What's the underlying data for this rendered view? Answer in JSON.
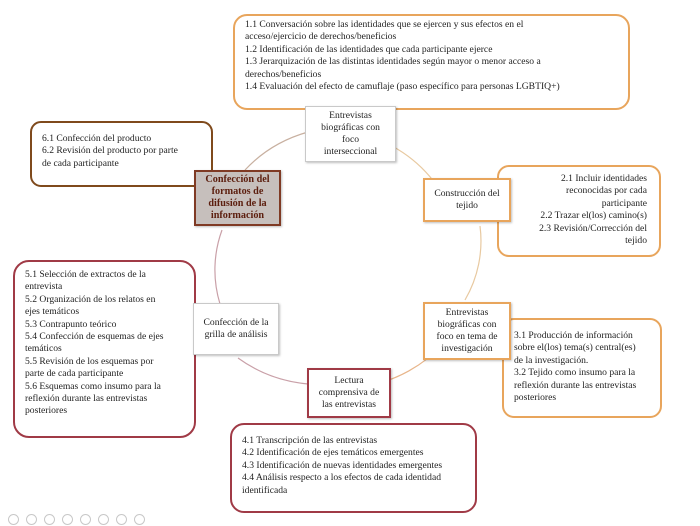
{
  "center_nodes": [
    {
      "id": "n1",
      "lines": [
        "Entrevistas",
        "biográficas con",
        "foco",
        "interseccional"
      ]
    },
    {
      "id": "n2",
      "lines": [
        "Construcción del",
        "tejido"
      ]
    },
    {
      "id": "n3",
      "lines": [
        "Entrevistas",
        "biográficas con",
        "foco en tema de",
        "investigación"
      ]
    },
    {
      "id": "n4",
      "lines": [
        "Lectura",
        "comprensiva de",
        "las entrevistas"
      ]
    },
    {
      "id": "n5",
      "lines": [
        "Confección de la",
        "grilla de análisis"
      ]
    },
    {
      "id": "n6",
      "lines": [
        "Confección del",
        "formatos de",
        "difusión de la",
        "información"
      ]
    }
  ],
  "detail_boxes": [
    {
      "id": "b1",
      "lines": [
        "1.1 Conversación sobre las identidades que se ejercen y sus efectos en el",
        "acceso/ejercicio de derechos/beneficios",
        "1.2 Identificación de las identidades que cada participante ejerce",
        "1.3 Jerarquización de las distintas identidades según mayor o menor acceso a",
        "derechos/beneficios",
        "1.4 Evaluación del efecto de camuflaje (paso específico para personas LGBTIQ+)"
      ]
    },
    {
      "id": "b2",
      "lines": [
        "2.1 Incluir identidades",
        "reconocidas por cada",
        "participante",
        "2.2 Trazar el(los) camino(s)",
        "2.3 Revisión/Corrección del",
        "tejido"
      ]
    },
    {
      "id": "b3",
      "lines": [
        "3.1 Producción de información",
        "sobre el(los) tema(s) central(es)",
        "de la investigación.",
        "3.2 Tejido como insumo para la",
        "reflexión durante las entrevistas",
        "posteriores"
      ]
    },
    {
      "id": "b4",
      "lines": [
        "4.1 Transcripción de las entrevistas",
        "4.2 Identificación de ejes temáticos emergentes",
        "4.3 Identificación de nuevas identidades emergentes",
        "4.4 Análisis respecto a los efectos de cada identidad",
        "identificada"
      ]
    },
    {
      "id": "b5",
      "lines": [
        "5.1 Selección de extractos de la",
        "entrevista",
        "5.2 Organización de los relatos en",
        "ejes temáticos",
        "5.3 Contrapunto teórico",
        "5.4 Confección de esquemas de ejes",
        "temáticos",
        "5.5 Revisión de los esquemas por",
        "parte de cada participante",
        "5.6 Esquemas como insumo para la",
        "reflexión durante las entrevistas",
        "posteriores"
      ]
    },
    {
      "id": "b6",
      "lines": [
        "6.1 Confección del producto",
        "6.2 Revisión del producto por parte",
        "de cada participante"
      ]
    }
  ],
  "colors": {
    "orange": "#e8a55c",
    "brown": "#7f4a1c",
    "crimson": "#a03a46",
    "highlight_fill": "#c6bfbc"
  },
  "taskbar_icons": [
    "back-icon",
    "play-icon",
    "forward-icon",
    "pen-icon",
    "copy-icon",
    "zoom-icon",
    "menu-icon",
    "more-icon"
  ]
}
